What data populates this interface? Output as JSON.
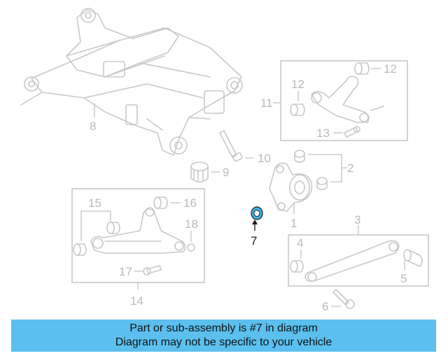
{
  "callouts": {
    "c1": "1",
    "c2": "2",
    "c3": "3",
    "c4": "4",
    "c5": "5",
    "c6": "6",
    "c7": "7",
    "c8": "8",
    "c9": "9",
    "c10": "10",
    "c11": "11",
    "c12a": "12",
    "c12b": "12",
    "c13": "13",
    "c14": "14",
    "c15": "15",
    "c16": "16",
    "c17": "17",
    "c18": "18"
  },
  "highlight": {
    "part_number": "7",
    "color": "#3fb3e8"
  },
  "banner": {
    "line1": "Part or sub-assembly is #7 in diagram",
    "line2": "Diagram may not be specific to your vehicle",
    "background": "#5bc0ef"
  }
}
